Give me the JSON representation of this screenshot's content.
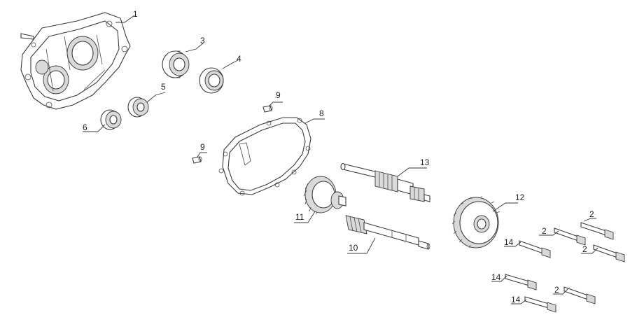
{
  "callouts": [
    {
      "id": "c1",
      "label": "1"
    },
    {
      "id": "c2a",
      "label": "2"
    },
    {
      "id": "c2b",
      "label": "2"
    },
    {
      "id": "c2c",
      "label": "2"
    },
    {
      "id": "c2d",
      "label": "2"
    },
    {
      "id": "c3",
      "label": "3"
    },
    {
      "id": "c4",
      "label": "4"
    },
    {
      "id": "c5",
      "label": "5"
    },
    {
      "id": "c6",
      "label": "6"
    },
    {
      "id": "c8",
      "label": "8"
    },
    {
      "id": "c9a",
      "label": "9"
    },
    {
      "id": "c9b",
      "label": "9"
    },
    {
      "id": "c10",
      "label": "10"
    },
    {
      "id": "c11",
      "label": "11"
    },
    {
      "id": "c12",
      "label": "12"
    },
    {
      "id": "c13",
      "label": "13"
    },
    {
      "id": "c14a",
      "label": "14"
    },
    {
      "id": "c14b",
      "label": "14"
    },
    {
      "id": "c14c",
      "label": "14"
    }
  ]
}
